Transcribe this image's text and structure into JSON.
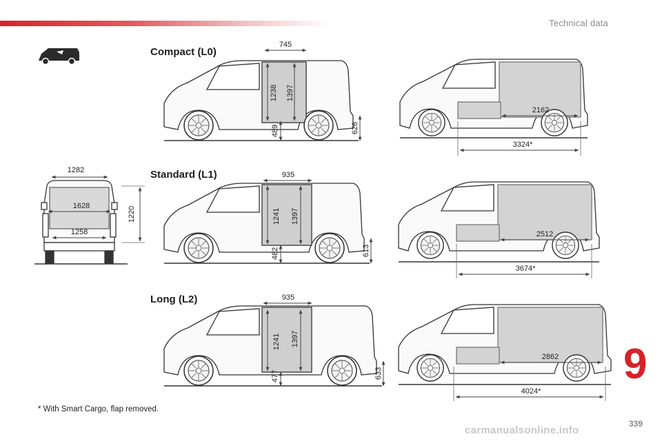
{
  "header": {
    "section_label": "Technical data"
  },
  "chapter_number": "9",
  "page_number": "339",
  "footnote": "* With Smart Cargo, flap removed.",
  "watermark": "carmanualsonline.info",
  "variants": [
    {
      "title": "Compact (L0)",
      "opening_width": "745",
      "opening_height_low": "1238",
      "opening_height_high": "1397",
      "sill_height": "489",
      "floor_height": "626",
      "load_length": "2162",
      "load_length_smart": "3324*"
    },
    {
      "title": "Standard (L1)",
      "opening_width": "935",
      "opening_height_low": "1241",
      "opening_height_high": "1397",
      "sill_height": "482",
      "floor_height": "613",
      "load_length": "2512",
      "load_length_smart": "3674*"
    },
    {
      "title": "Long (L2)",
      "opening_width": "935",
      "opening_height_low": "1241",
      "opening_height_high": "1397",
      "sill_height": "477",
      "floor_height": "633",
      "load_length": "2862",
      "load_length_smart": "4024*"
    }
  ],
  "rear_view": {
    "top_width": "1282",
    "max_width": "1628",
    "wheel_arch_width": "1258",
    "door_height": "1220"
  }
}
